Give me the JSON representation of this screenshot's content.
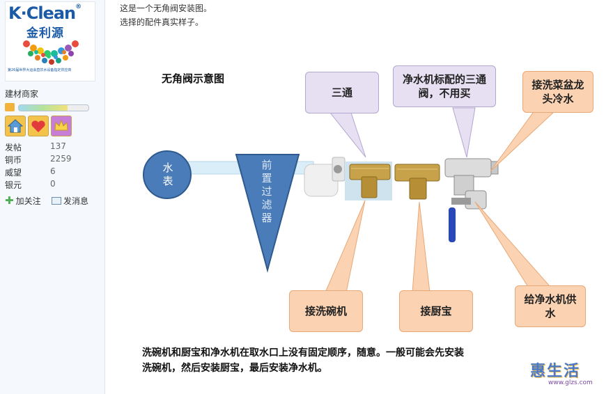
{
  "sidebar": {
    "brand": "K·Clean",
    "brand_cn": "金利源",
    "logo_tagline": "第26届世界大运会直饮水设备指定供应商",
    "user_title": "建材商家",
    "stats": [
      {
        "label": "发帖",
        "value": "137"
      },
      {
        "label": "铜币",
        "value": "2259"
      },
      {
        "label": "威望",
        "value": "6"
      },
      {
        "label": "银元",
        "value": "0"
      }
    ],
    "follow": "加关注",
    "message": "发消息"
  },
  "post": {
    "line1": "这是一个无角阀安装图。",
    "line2": "选择的配件真实样子。"
  },
  "diagram": {
    "title": "无角阀示意图",
    "meter": "水表",
    "filter": "前置过滤器",
    "tee": "三通",
    "purifier_tee": "净水机标配的三通阀，不用买",
    "sink": "接洗菜盆龙头冷水",
    "dishwasher": "接洗碗机",
    "heater": "接厨宝",
    "purifier_supply": "给净水机供水",
    "notes_1": "洗碗机和厨宝和净水机在取水口上没有固定顺序，随意。一般可能会先安装",
    "notes_2": "洗碗机，然后安装厨宝，最后安装净水机。"
  },
  "watermark": {
    "text": "惠生活",
    "site": "www.glzs.com"
  },
  "colors": {
    "accent": "#4a7cb9",
    "purple": "#e6e0f2",
    "orange": "#fbd3b2",
    "pipe": "#d9eef9"
  }
}
